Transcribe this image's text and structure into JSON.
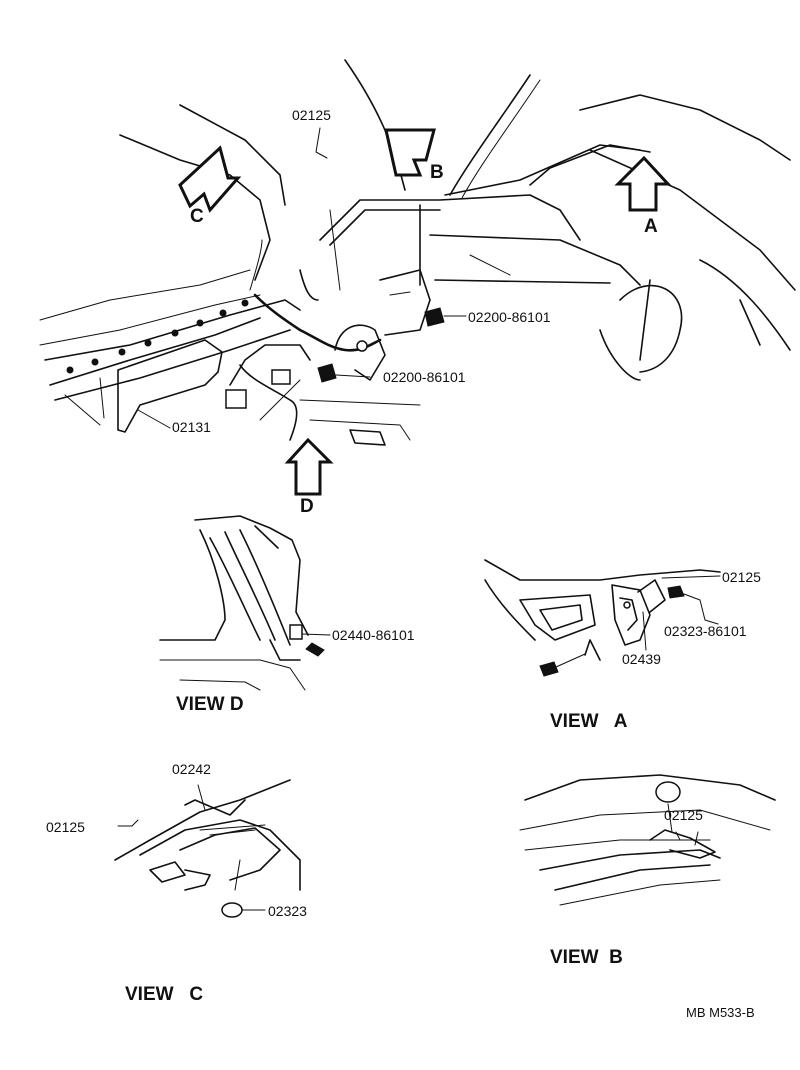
{
  "callouts": {
    "p02125_top": "02125",
    "p02200_a": "02200-86101",
    "p02200_b": "02200-86101",
    "p02131": "02131",
    "p02440": "02440-86101",
    "p02125_a": "02125",
    "p02323_86101": "02323-86101",
    "p02439": "02439",
    "p02242": "02242",
    "p02125_c": "02125",
    "p02323": "02323",
    "p02125_b": "02125"
  },
  "arrow_letters": {
    "a": "A",
    "b": "B",
    "c": "C",
    "d": "D"
  },
  "view_titles": {
    "d": "VIEW D",
    "a": "VIEW   A",
    "c": "VIEW   C",
    "b": "VIEW  B"
  },
  "diagram_code": "MB M533-B"
}
